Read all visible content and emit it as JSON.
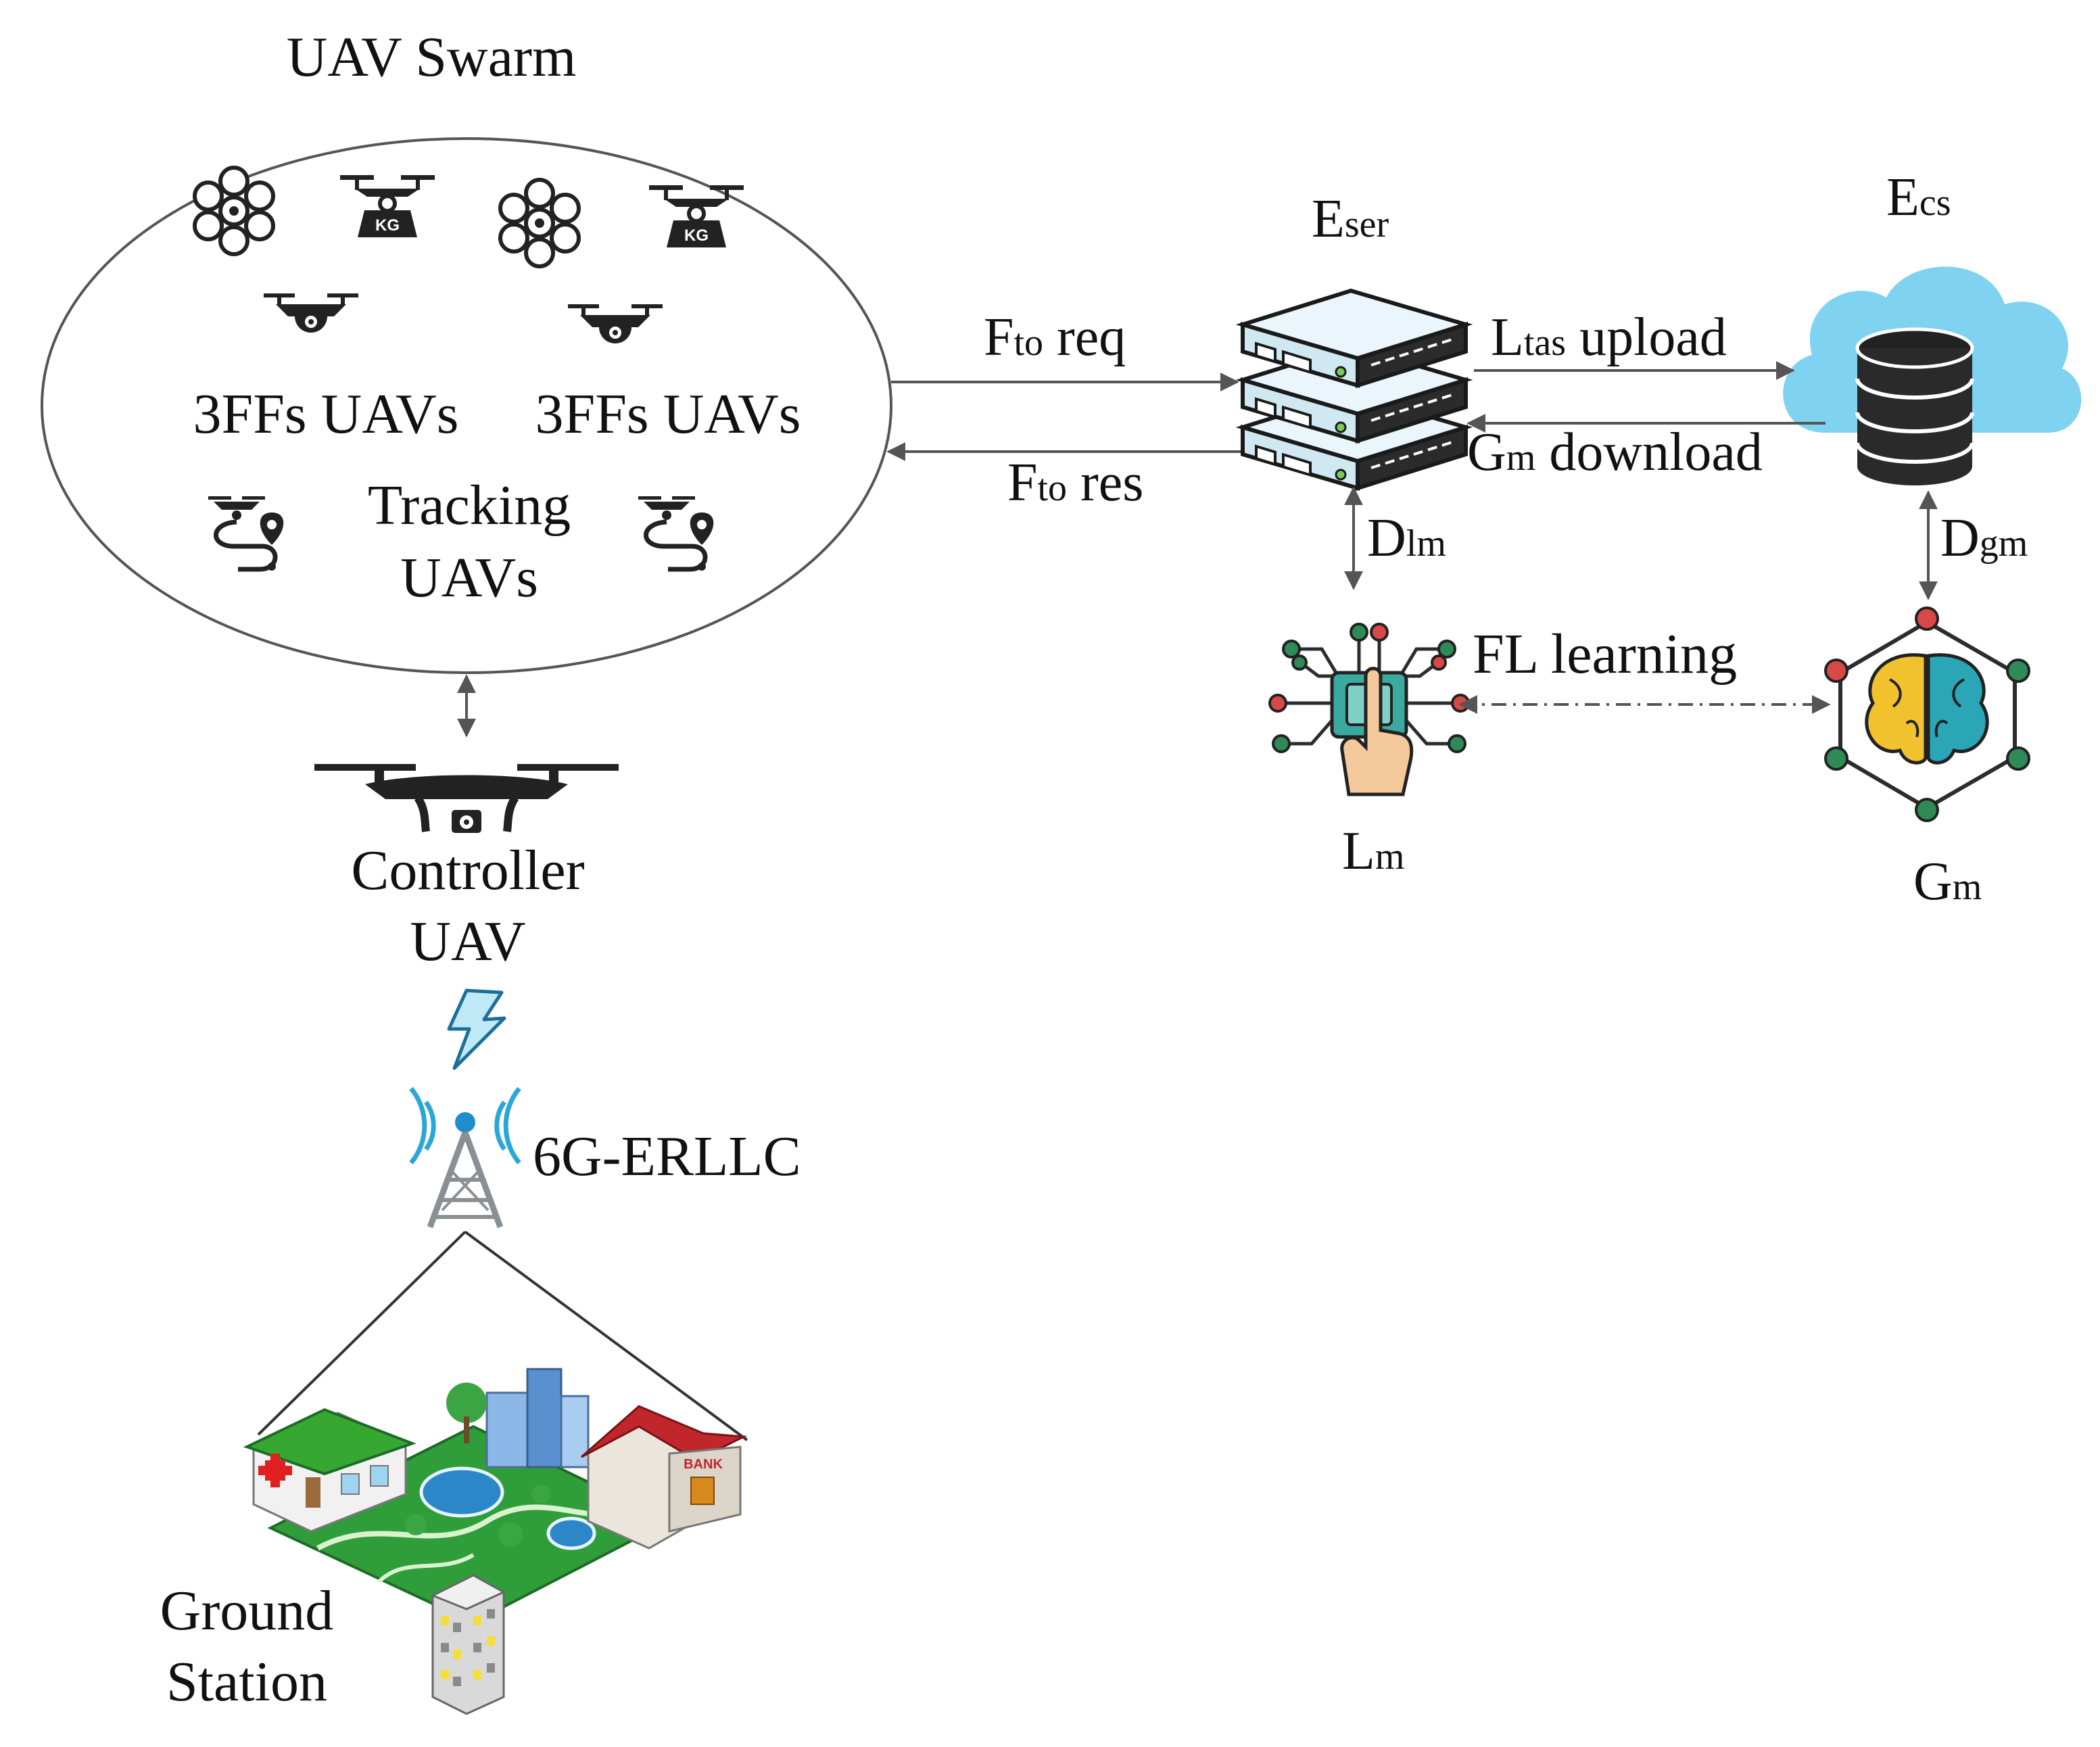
{
  "swarm": {
    "title": "UAV Swarm",
    "label_3ffs_left": "3FFs UAVs",
    "label_3ffs_right": "3FFs UAVs",
    "tracking_line1": "Tracking",
    "tracking_line2": "UAVs"
  },
  "controller": {
    "line1": "Controller",
    "line2": "UAV"
  },
  "network": {
    "label": "6G-ERLLC"
  },
  "ground": {
    "line1": "Ground",
    "line2": "Station",
    "bank_sign": "BANK"
  },
  "edge_server": {
    "main": "E",
    "sub": "ser"
  },
  "cloud_server": {
    "main": "E",
    "sub": "cs"
  },
  "local_model": {
    "main": "L",
    "sub": "m"
  },
  "global_model": {
    "main": "G",
    "sub": "m"
  },
  "links": {
    "fto_req": {
      "main": "F",
      "sub": "to",
      "rest": " req"
    },
    "fto_res": {
      "main": "F",
      "sub": "to",
      "rest": " res"
    },
    "ltas_upload": {
      "main": "L",
      "sub": "tas",
      "rest": " upload"
    },
    "gm_download": {
      "main": "G",
      "sub": "m",
      "rest": " download"
    },
    "dlm": {
      "main": "D",
      "sub": "lm"
    },
    "dgm": {
      "main": "D",
      "sub": "gm"
    },
    "fl_learning": "FL learning"
  },
  "colors": {
    "arrow": "#555555",
    "cloud": "#7fd3f0",
    "server_face": "#dff1f8",
    "brain_left": "#f2c12e",
    "brain_right": "#2aa6b7",
    "lawn": "#2f9e3a",
    "pond": "#2b87c8"
  },
  "icons": {
    "hexacopter": "hexacopter-icon",
    "cargo_drone": "cargo-drone-icon",
    "camera_drone": "camera-drone-icon",
    "tracking_drone": "tracking-drone-icon",
    "controller_drone": "controller-drone-icon",
    "lightning": "lightning-icon",
    "tower": "antenna-tower-icon",
    "server": "server-icon",
    "cloud": "cloud-database-icon",
    "ai_chip": "ai-chip-icon",
    "brain": "brain-network-icon",
    "city": "city-icon"
  }
}
